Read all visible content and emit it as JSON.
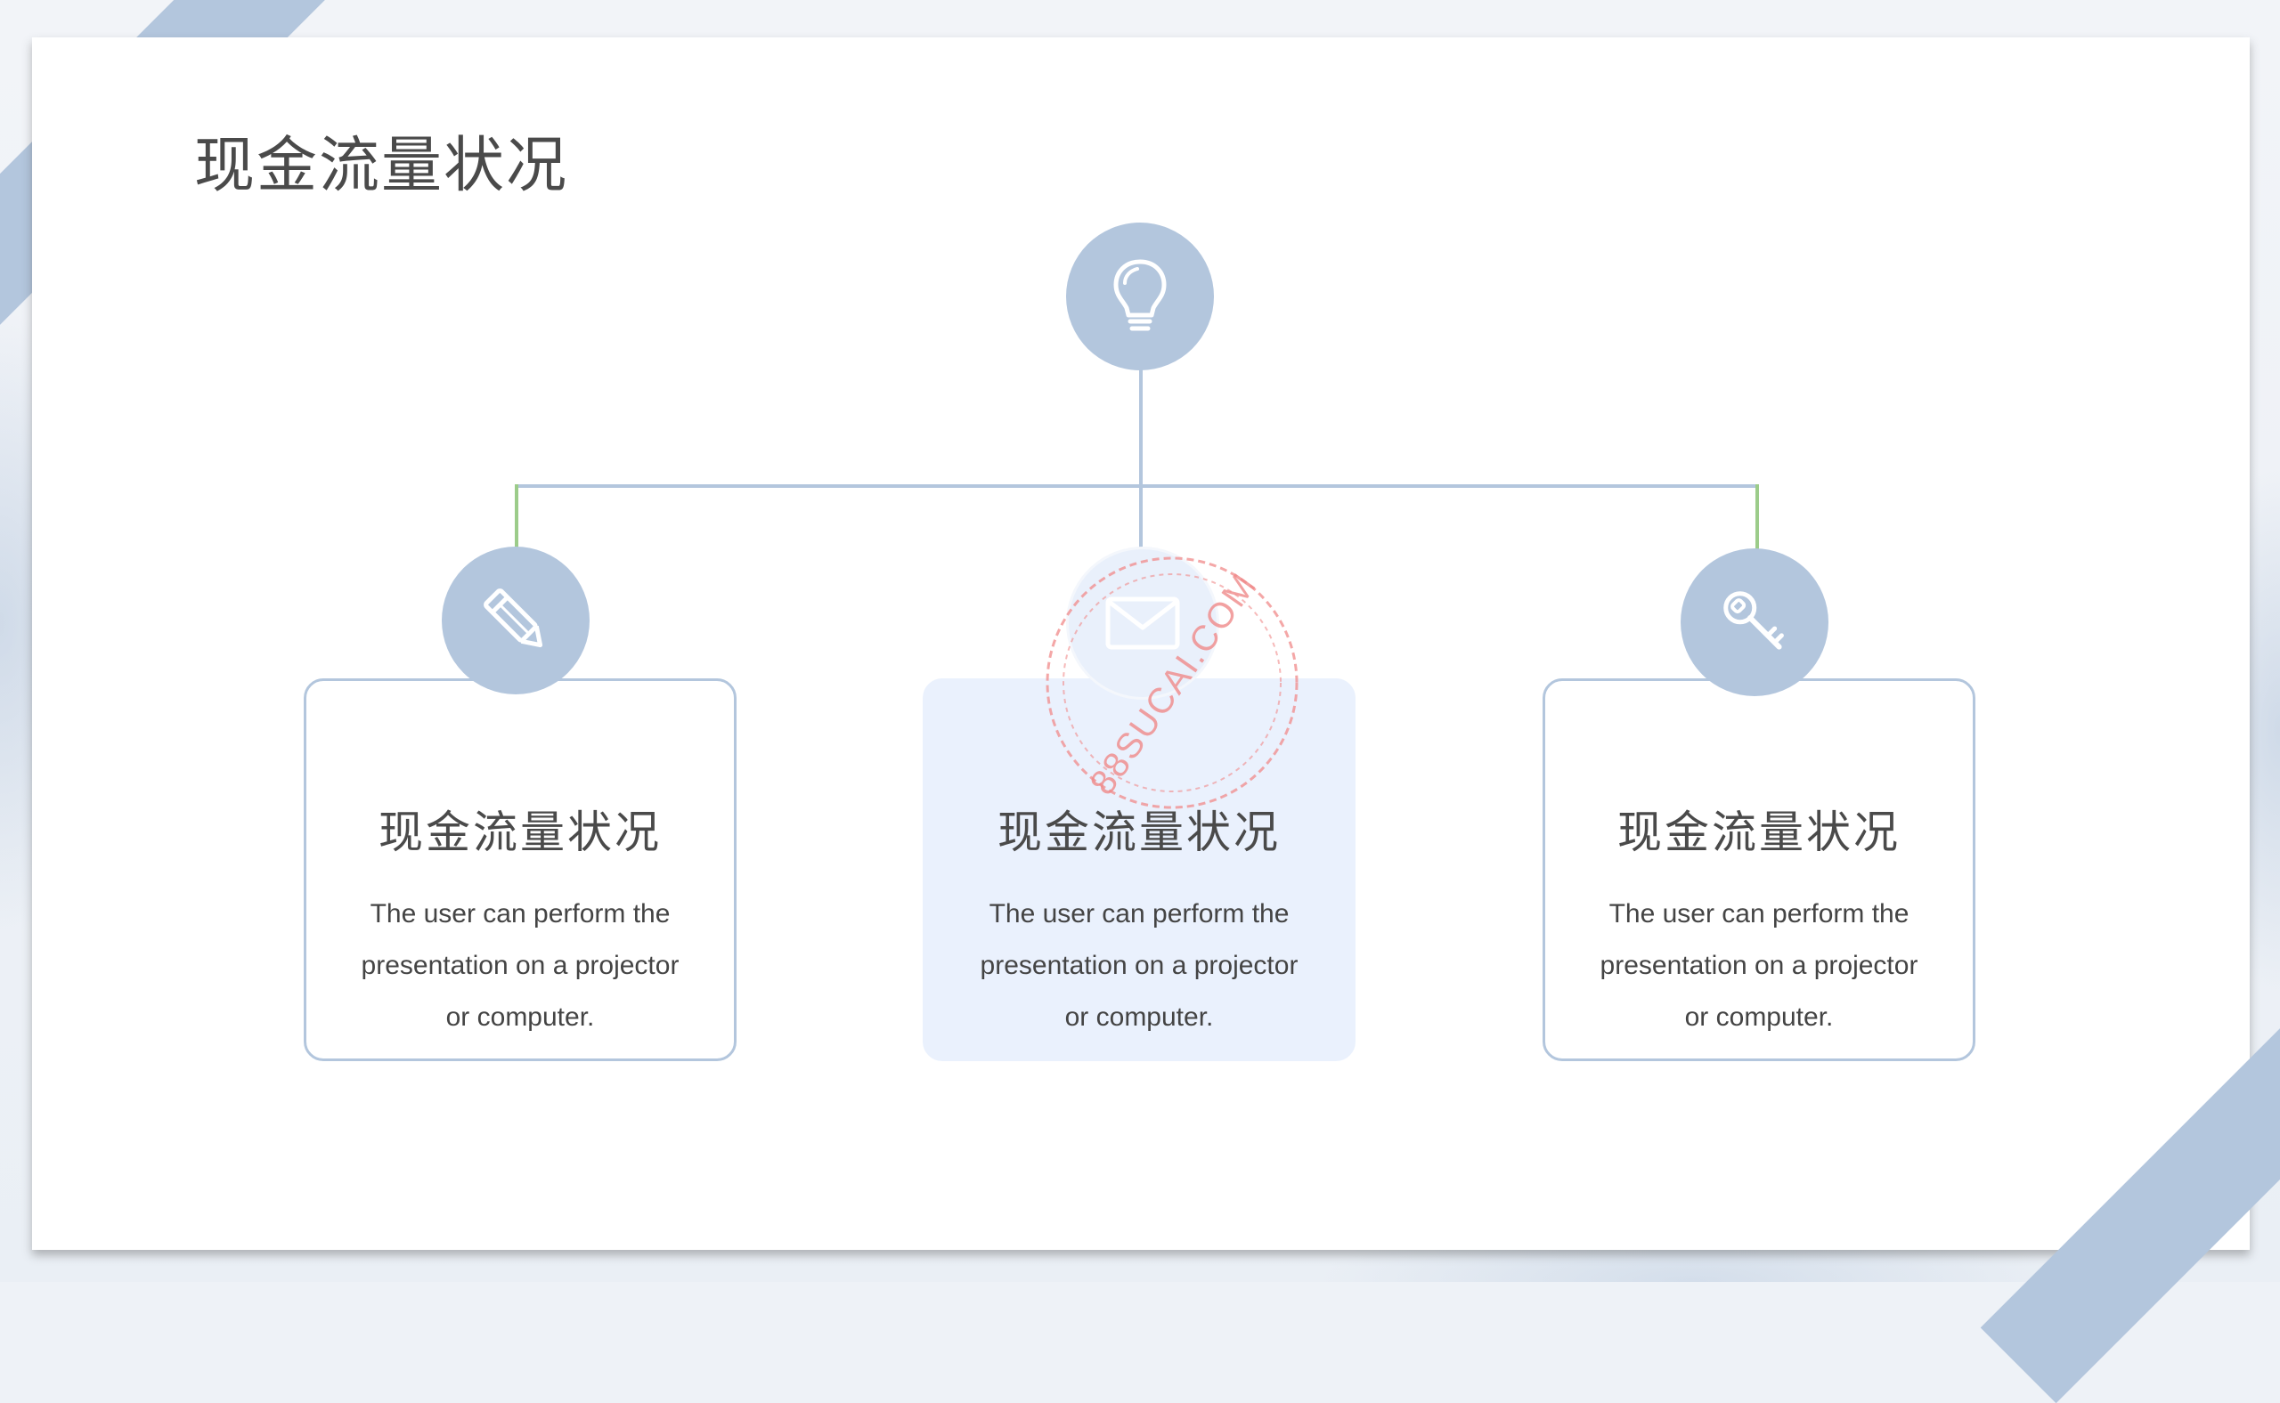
{
  "title": "现金流量状况",
  "colors": {
    "accent": "#b3c6dd",
    "connector_green": "#9ccc8a",
    "card_fill": "#eaf1fd",
    "text": "#4a4a4a",
    "watermark": "#f08a8a"
  },
  "top_icon": "lightbulb-icon",
  "cards": [
    {
      "icon": "pencil-icon",
      "title": "现金流量状况",
      "lines": [
        "The user can perform the",
        "presentation on a projector",
        "or computer."
      ]
    },
    {
      "icon": "envelope-icon",
      "title": "现金流量状况",
      "lines": [
        "The user can perform the",
        "presentation on a projector",
        "or computer."
      ]
    },
    {
      "icon": "key-icon",
      "title": "现金流量状况",
      "lines": [
        "The user can perform the",
        "presentation on a projector",
        "or computer."
      ]
    }
  ],
  "watermark": "88SUCAI.COM"
}
